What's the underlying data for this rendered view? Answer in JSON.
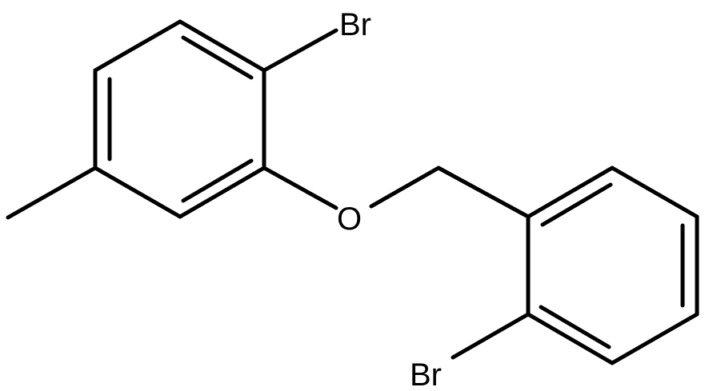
{
  "molecule": {
    "atoms": {
      "br_top": "Br",
      "oxygen": "O",
      "br_bottom": "Br"
    },
    "colors": {
      "bond": "#000000",
      "label": "#000000",
      "background": "#ffffff"
    }
  }
}
